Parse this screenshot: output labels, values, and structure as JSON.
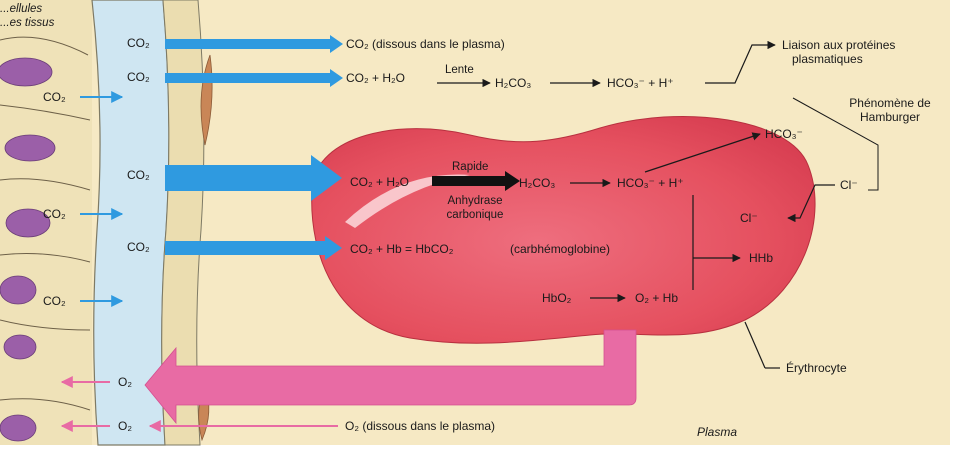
{
  "tissue_label": [
    "...ellules",
    "...es tissus"
  ],
  "left_molecules": [
    "CO₂",
    "CO₂",
    "CO₂",
    "CO₂",
    "CO₂",
    "CO₂",
    "CO₂",
    "O₂",
    "O₂"
  ],
  "row1": {
    "reactant": "CO₂",
    "product": "CO₂ (dissous dans le plasma)"
  },
  "row2": {
    "reactant": "CO₂",
    "equation_left": "CO₂ + H₂O",
    "speed_label": "Lente",
    "intermediate": "H₂CO₃",
    "products": "HCO₃⁻ + H⁺",
    "binding_label": [
      "Liaison aux protéines",
      "plasmatiques"
    ]
  },
  "hamburger_label": [
    "Phénomène de",
    "Hamburger"
  ],
  "hamburger_hco3": "HCO₃⁻",
  "chloride_out": "Cl⁻",
  "chloride_in": "Cl⁻",
  "row3": {
    "reactant": "CO₂",
    "equation_left": "CO₂ + H₂O",
    "speed_label": "Rapide",
    "enzyme_label": [
      "Anhydrase",
      "carbonique"
    ],
    "intermediate": "H₂CO₃",
    "products": "HCO₃⁻ + H⁺"
  },
  "row4": {
    "reactant": "CO₂",
    "equation": "CO₂ + Hb = HbCO₂",
    "name": "(carbhémoglobine)"
  },
  "hhb": "HHb",
  "oxy": {
    "reactant": "HbO₂",
    "products": "O₂  +  Hb"
  },
  "erythrocyte_label": "Érythrocyte",
  "o2_released": "O₂",
  "o2_dissolved": {
    "molecule": "O₂",
    "plasma_text": "O₂ (dissous dans le plasma)"
  },
  "plasma_label": "Plasma",
  "colors": {
    "blue_arrow": "#2f9ae0",
    "pink_arrow": "#e86ba4",
    "cell_red": "#e94e63",
    "vessel": "#cfe6f2",
    "tissue": "#f3e7bf"
  }
}
